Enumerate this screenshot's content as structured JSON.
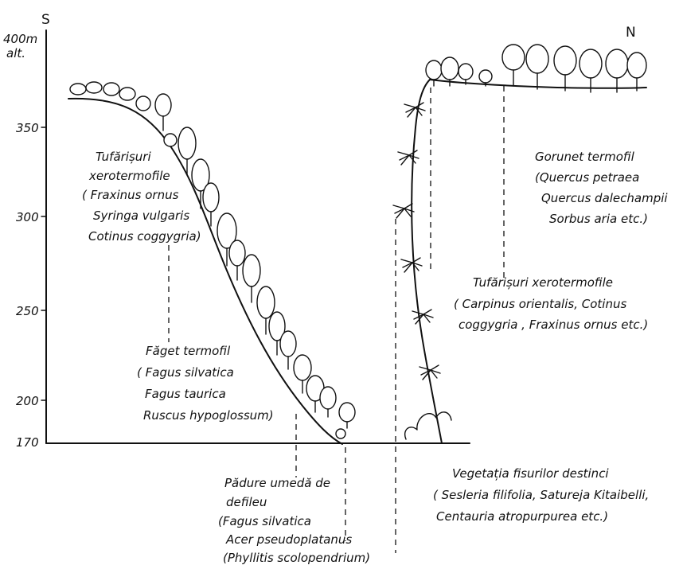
{
  "axis": {
    "top_left": "S",
    "top_right": "N",
    "y_unit_top": "400m",
    "y_unit_bottom": "alt.",
    "ticks": [
      "350",
      "300",
      "250",
      "200",
      "170"
    ]
  },
  "labels": {
    "south_shrub": [
      "Tufărișuri",
      "xerotermofile",
      "( Fraxinus ornus",
      "Syringa vulgaris",
      "Cotinus coggygria)"
    ],
    "beech": [
      "Făget termofil",
      "( Fagus silvatica",
      "Fagus taurica",
      "Ruscus hypoglossum)"
    ],
    "ravine": [
      "Pădure umedă de",
      "defileu",
      "(Fagus silvatica",
      "Acer pseudoplatanus",
      "(Phyllitis scolopendrium)"
    ],
    "oak": [
      "Gorunet termofil",
      "(Quercus petraea",
      "Quercus dalechampii",
      "Sorbus aria etc.)"
    ],
    "north_shrub": [
      "Tufărișuri xerotermofile",
      "( Carpinus orientalis, Cotinus",
      "coggygria , Fraxinus ornus etc.)"
    ],
    "cliff": [
      "Vegetația fisurilor destinci",
      "( Sesleria filifolia, Satureja Kitaibelli,",
      "Centauria atropurpurea etc.)"
    ]
  }
}
